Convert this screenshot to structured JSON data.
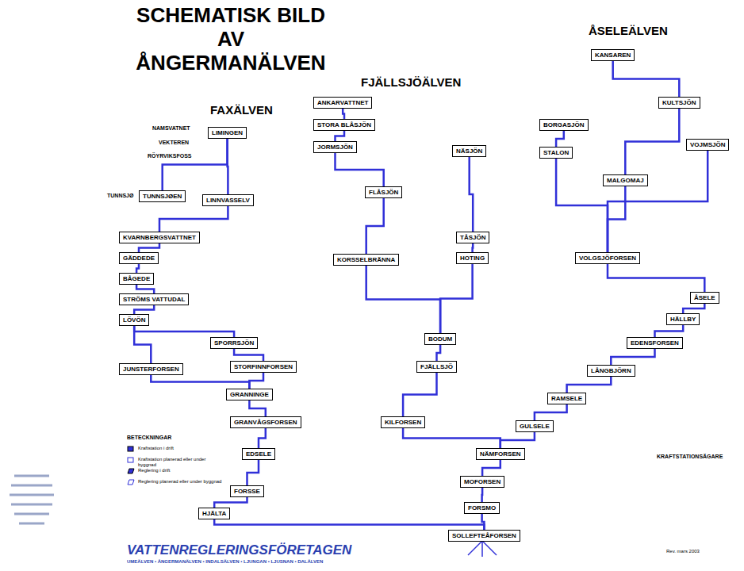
{
  "diagram": {
    "title": "SCHEMATISK BILD AV ÅNGERMANÄLVEN",
    "nodes": [
      {
        "text": [
          "LIMINGEN"
        ]
      },
      {
        "text": [
          "TUNNSJØEN"
        ]
      },
      {
        "text": [
          "LINNVASSELV"
        ]
      },
      {
        "text": [
          "KVARNBERGSVATTNET"
        ]
      },
      {
        "text": [
          "GÄDDEDE"
        ]
      },
      {
        "text": [
          "BÅGEDE"
        ]
      },
      {
        "text": [
          "STRÖMS VATTUDAL"
        ]
      },
      {
        "text": [
          "LÖVÖN"
        ]
      },
      {
        "text": [
          "SPORRSJÖN"
        ]
      },
      {
        "text": [
          "JUNSTERFORSEN"
        ]
      },
      {
        "text": [
          "STORFINNFORSEN"
        ]
      },
      {
        "text": [
          "GRANNINGE"
        ]
      },
      {
        "text": [
          "GRANVÅGSFORSEN"
        ]
      },
      {
        "text": [
          "EDSELE"
        ]
      },
      {
        "text": [
          "FORSSE"
        ]
      },
      {
        "text": [
          "HJÄLTA"
        ]
      },
      {
        "text": [
          "ANKARVATTNET"
        ]
      },
      {
        "text": [
          "STORA BLÅSJÖN"
        ]
      },
      {
        "text": [
          "JORMSJÖN"
        ]
      },
      {
        "text": [
          "NÄSJÖN"
        ]
      },
      {
        "text": [
          "FLÅSJÖN"
        ]
      },
      {
        "text": [
          "TÅSJÖN"
        ]
      },
      {
        "text": [
          "HOTING"
        ]
      },
      {
        "text": [
          "KORSSELBRÄNNA"
        ]
      },
      {
        "text": [
          "BODUM"
        ]
      },
      {
        "text": [
          "FJÄLLSJÖ"
        ]
      },
      {
        "text": [
          "KILFORSEN"
        ]
      },
      {
        "text": [
          "KANSAREN"
        ]
      },
      {
        "text": [
          "KULTSJÖN"
        ]
      },
      {
        "text": [
          "VOJMSJÖN"
        ]
      },
      {
        "text": [
          "BORGASJÖN"
        ]
      },
      {
        "text": [
          "STALON"
        ]
      },
      {
        "text": [
          "MALGOMAJ"
        ]
      },
      {
        "text": [
          "VOLGSJÖFORSEN"
        ]
      },
      {
        "text": [
          "ÅSELE"
        ]
      },
      {
        "text": [
          "HÄLLBY"
        ]
      },
      {
        "text": [
          "EDENSFORSEN"
        ]
      },
      {
        "text": [
          "LÅNGBJÖRN"
        ]
      },
      {
        "text": [
          "RAMSELE"
        ]
      },
      {
        "text": [
          "GULSELE"
        ]
      },
      {
        "text": [
          "NÄMFORSEN"
        ]
      },
      {
        "text": [
          "MOFORSEN"
        ]
      },
      {
        "text": [
          "FORSMO"
        ]
      },
      {
        "text": [
          "SOLLEFTEÅFORSEN"
        ]
      }
    ],
    "edges": [
      {
        "from": 0,
        "to": 1,
        "arrow": "none"
      },
      {
        "from": 0,
        "to": 2,
        "arrow": "none"
      },
      {
        "from": 2,
        "to": 3,
        "arrow": "none"
      },
      {
        "from": 3,
        "to": 4,
        "arrow": "none"
      },
      {
        "from": 4,
        "to": 5,
        "arrow": "none"
      },
      {
        "from": 5,
        "to": 6,
        "arrow": "none"
      },
      {
        "from": 6,
        "to": 7,
        "arrow": "none"
      },
      {
        "from": 7,
        "to": 8,
        "arrow": "none"
      },
      {
        "from": 7,
        "to": 9,
        "arrow": "none"
      },
      {
        "from": 8,
        "to": 10,
        "arrow": "none"
      },
      {
        "from": 9,
        "to": 11,
        "arrow": "none"
      },
      {
        "from": 10,
        "to": 11,
        "arrow": "none"
      },
      {
        "from": 11,
        "to": 12,
        "arrow": "none"
      },
      {
        "from": 12,
        "to": 13,
        "arrow": "none"
      },
      {
        "from": 13,
        "to": 14,
        "arrow": "none"
      },
      {
        "from": 14,
        "to": 15,
        "arrow": "none"
      },
      {
        "from": 16,
        "to": 17,
        "arrow": "none"
      },
      {
        "from": 17,
        "to": 18,
        "arrow": "none"
      },
      {
        "from": 18,
        "to": 20,
        "arrow": "none"
      },
      {
        "from": 19,
        "to": 21,
        "arrow": "none"
      },
      {
        "from": 21,
        "to": 22,
        "arrow": "none"
      },
      {
        "from": 20,
        "to": 23,
        "arrow": "none"
      },
      {
        "from": 23,
        "to": 24,
        "arrow": "none"
      },
      {
        "from": 22,
        "to": 24,
        "arrow": "none"
      },
      {
        "from": 24,
        "to": 25,
        "arrow": "none"
      },
      {
        "from": 25,
        "to": 26,
        "arrow": "none"
      },
      {
        "from": 27,
        "to": 28,
        "arrow": "none"
      },
      {
        "from": 28,
        "to": 32,
        "arrow": "none"
      },
      {
        "from": 30,
        "to": 31,
        "arrow": "none"
      },
      {
        "from": 31,
        "to": 33,
        "arrow": "none"
      },
      {
        "from": 32,
        "to": 33,
        "arrow": "none"
      },
      {
        "from": 29,
        "to": 33,
        "arrow": "none"
      },
      {
        "from": 33,
        "to": 34,
        "arrow": "none"
      },
      {
        "from": 34,
        "to": 35,
        "arrow": "none"
      },
      {
        "from": 35,
        "to": 36,
        "arrow": "none"
      },
      {
        "from": 36,
        "to": 37,
        "arrow": "none"
      },
      {
        "from": 37,
        "to": 38,
        "arrow": "none"
      },
      {
        "from": 38,
        "to": 39,
        "arrow": "none"
      },
      {
        "from": 39,
        "to": 40,
        "arrow": "none"
      },
      {
        "from": 26,
        "to": 40,
        "arrow": "none"
      },
      {
        "from": 40,
        "to": 41,
        "arrow": "none"
      },
      {
        "from": 41,
        "to": 42,
        "arrow": "none"
      },
      {
        "from": 42,
        "to": 43,
        "arrow": "none"
      },
      {
        "from": 15,
        "to": 43,
        "arrow": "none"
      }
    ],
    "labels": [
      "ÅSELEÄLVEN",
      "FJÄLLSJÖÄLVEN",
      "FAXÄLVEN",
      "NAMSVATNET",
      "VEKTEREN",
      "RÖYRVIKSFOSS",
      "TUNNSJØ",
      "KRAFTSTATIONSÄGARE",
      "Rev. mars 2003",
      "VATTENREGLERINGSFÖRETAGEN",
      "UMEÄLVEN • ÅNGERMANÄLVEN • INDALSÄLVEN • LJUNGAN • LJUSNAN • DALÄLVEN",
      "BETECKNINGAR"
    ],
    "legend": [
      {
        "text": "Kraftstation i drift"
      },
      {
        "text": "Kraftstation planerad eller under byggnad"
      },
      {
        "text": "Reglering i drift"
      },
      {
        "text": "Reglering planerad eller under byggnad"
      }
    ]
  }
}
